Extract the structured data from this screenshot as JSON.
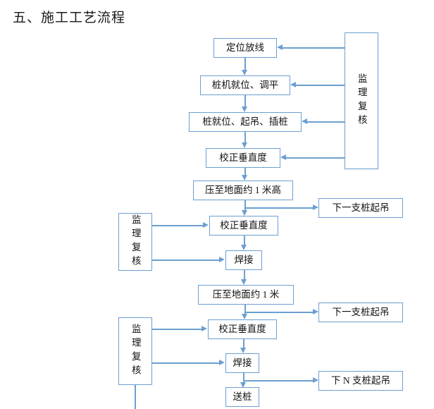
{
  "heading": "五、施工工艺流程",
  "colors": {
    "line": "#6c9fd0",
    "box_border": "#6c9fd0",
    "text": "#111111",
    "background": "#ffffff"
  },
  "nodes": {
    "supervision_1": "监理复核",
    "positioning": "定位放线",
    "pile_machine": "桩机就位、调平",
    "pile_lift": "桩就位、起吊、插桩",
    "correct_vertical_1": "校正垂直度",
    "press_1m_high": "压至地面约 1 米高",
    "next_pile_lift_1": "下一支桩起吊",
    "supervision_2": "监理复核",
    "correct_vertical_2": "校正垂直度",
    "weld_1": "焊接",
    "press_1m": "压至地面约 1 米",
    "next_pile_lift_2": "下一支桩起吊",
    "supervision_3": "监理复核",
    "correct_vertical_3": "校正垂直度",
    "weld_2": "焊接",
    "next_pile_lift_n": "下 N 支桩起吊",
    "send_pile": "送桩"
  }
}
